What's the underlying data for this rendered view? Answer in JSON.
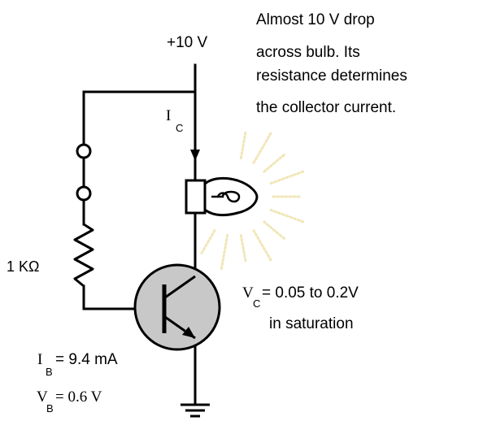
{
  "supply": {
    "label": "+10 V"
  },
  "note": {
    "lines": [
      "Almost 10 V drop",
      "across bulb. Its",
      "resistance determines",
      "the collector current."
    ]
  },
  "collector_current": {
    "symbol": "I",
    "subscript": "C"
  },
  "resistor": {
    "label": "1 KΩ"
  },
  "collector_voltage": {
    "symbol": "V",
    "subscript": "C",
    "value": "= 0.05 to 0.2V",
    "note": "in saturation"
  },
  "base_current": {
    "symbol": "I",
    "subscript": "B",
    "value": "= 9.4 mA"
  },
  "base_voltage": {
    "symbol": "V",
    "subscript": "B",
    "value": "= 0.6 V"
  },
  "colors": {
    "wire": "#000000",
    "transistor_fill": "#c8c8c8",
    "glow": "#f1e6b8"
  }
}
